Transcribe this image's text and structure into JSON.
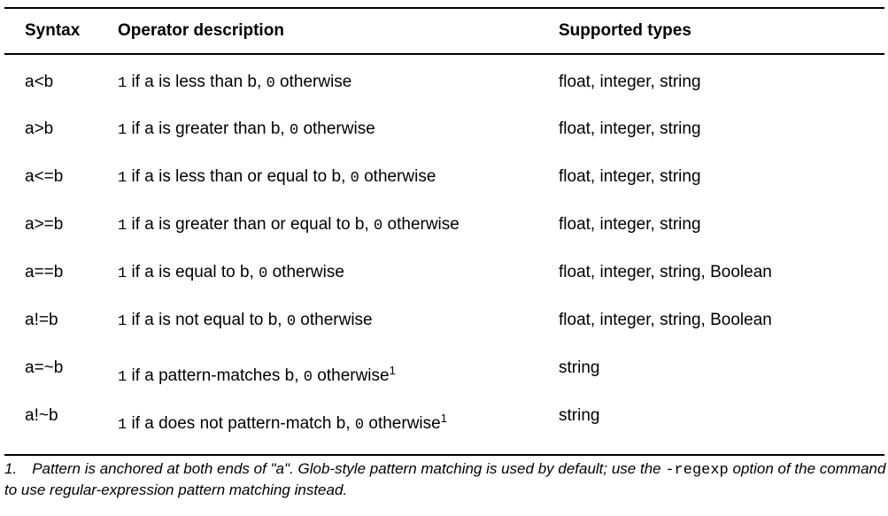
{
  "colors": {
    "text": "#000000",
    "background": "#ffffff",
    "rule": "#000000"
  },
  "table": {
    "columns": [
      "Syntax",
      "Operator description",
      "Supported types"
    ],
    "rows": [
      {
        "syntax": "a<b",
        "description": [
          {
            "text": "1",
            "mono": true
          },
          {
            "text": " if a is less than b, ",
            "mono": false
          },
          {
            "text": "0",
            "mono": true
          },
          {
            "text": " otherwise",
            "mono": false
          }
        ],
        "superscript": "",
        "types": "float, integer, string"
      },
      {
        "syntax": "a>b",
        "description": [
          {
            "text": "1",
            "mono": true
          },
          {
            "text": " if a is greater than b, ",
            "mono": false
          },
          {
            "text": "0",
            "mono": true
          },
          {
            "text": " otherwise",
            "mono": false
          }
        ],
        "superscript": "",
        "types": "float, integer, string"
      },
      {
        "syntax": "a<=b",
        "description": [
          {
            "text": "1",
            "mono": true
          },
          {
            "text": " if a is less than or equal to b, ",
            "mono": false
          },
          {
            "text": "0",
            "mono": true
          },
          {
            "text": " otherwise",
            "mono": false
          }
        ],
        "superscript": "",
        "types": "float, integer, string"
      },
      {
        "syntax": "a>=b",
        "description": [
          {
            "text": "1",
            "mono": true
          },
          {
            "text": " if a is greater than or equal to b, ",
            "mono": false
          },
          {
            "text": "0",
            "mono": true
          },
          {
            "text": " otherwise",
            "mono": false
          }
        ],
        "superscript": "",
        "types": "float, integer, string"
      },
      {
        "syntax": "a==b",
        "description": [
          {
            "text": "1",
            "mono": true
          },
          {
            "text": " if a is equal to b, ",
            "mono": false
          },
          {
            "text": "0",
            "mono": true
          },
          {
            "text": " otherwise",
            "mono": false
          }
        ],
        "superscript": "",
        "types": "float, integer, string, Boolean"
      },
      {
        "syntax": "a!=b",
        "description": [
          {
            "text": "1",
            "mono": true
          },
          {
            "text": " if a is not equal to b, ",
            "mono": false
          },
          {
            "text": "0",
            "mono": true
          },
          {
            "text": " otherwise",
            "mono": false
          }
        ],
        "superscript": "",
        "types": "float, integer, string, Boolean"
      },
      {
        "syntax": "a=~b",
        "description": [
          {
            "text": "1",
            "mono": true
          },
          {
            "text": " if a pattern-matches b, ",
            "mono": false
          },
          {
            "text": "0",
            "mono": true
          },
          {
            "text": " otherwise",
            "mono": false
          }
        ],
        "superscript": "1",
        "types": "string"
      },
      {
        "syntax": "a!~b",
        "description": [
          {
            "text": "1",
            "mono": true
          },
          {
            "text": " if a does not pattern-match b, ",
            "mono": false
          },
          {
            "text": "0",
            "mono": true
          },
          {
            "text": " otherwise",
            "mono": false
          }
        ],
        "superscript": "1",
        "types": "string"
      }
    ]
  },
  "footnote": {
    "number": "1.",
    "segments": [
      {
        "text": "Pattern is anchored at both ends of \"a\". Glob-style pattern matching is used by default; use the ",
        "mono": false
      },
      {
        "text": "-regexp",
        "mono": true
      },
      {
        "text": " option of the command to use regular-expression pattern matching instead.",
        "mono": false
      }
    ]
  }
}
